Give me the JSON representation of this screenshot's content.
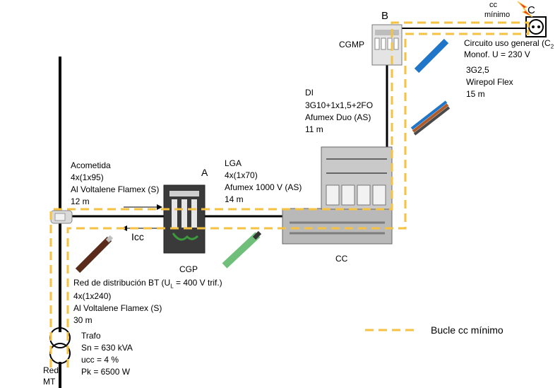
{
  "points": {
    "a": "A",
    "b": "B",
    "c": "C"
  },
  "cc_minimo": {
    "line1": "cc",
    "line2": "mínimo"
  },
  "cgmp": {
    "label": "CGMP"
  },
  "circuito": {
    "line1": "Circuito uso general (C",
    "line1_sub": "2",
    "line2": "Monof. U = 230 V",
    "cable1": "3G2,5",
    "cable2": "Wirepol Flex",
    "cable3": "15 m"
  },
  "di": {
    "title": "DI",
    "line1": "3G10+1x1,5+2FO",
    "line2": "Afumex Duo (AS)",
    "line3": "11 m"
  },
  "acometida": {
    "title": "Acometida",
    "line1": "4x(1x95)",
    "line2": "Al Voltalene Flamex (S)",
    "line3": "12 m"
  },
  "lga": {
    "title": "LGA",
    "line1": "4x(1x70)",
    "line2": "Afumex 1000 V (AS)",
    "line3": "14 m"
  },
  "icc": {
    "label": "Icc"
  },
  "cgp": {
    "label": "CGP"
  },
  "cc": {
    "label": "CC"
  },
  "red": {
    "line1_pre": "Red de distribución BT (U",
    "line1_sub": "L",
    "line1_post": " = 400 V trif.)",
    "line2": "4x(1x240)",
    "line3": "Al Voltalene Flamex (S)",
    "line4": "30 m"
  },
  "trafo": {
    "title": "Trafo",
    "sn": "Sn = 630 kVA",
    "ucc": "ucc = 4 %",
    "pk": "Pk = 6500 W"
  },
  "red_mt": {
    "line1": "Red",
    "line2": "MT"
  },
  "legend": {
    "label": "Bucle cc mínimo"
  },
  "colors": {
    "loop": "#F5C242",
    "line": "#000000",
    "fault": "#E8321E"
  }
}
